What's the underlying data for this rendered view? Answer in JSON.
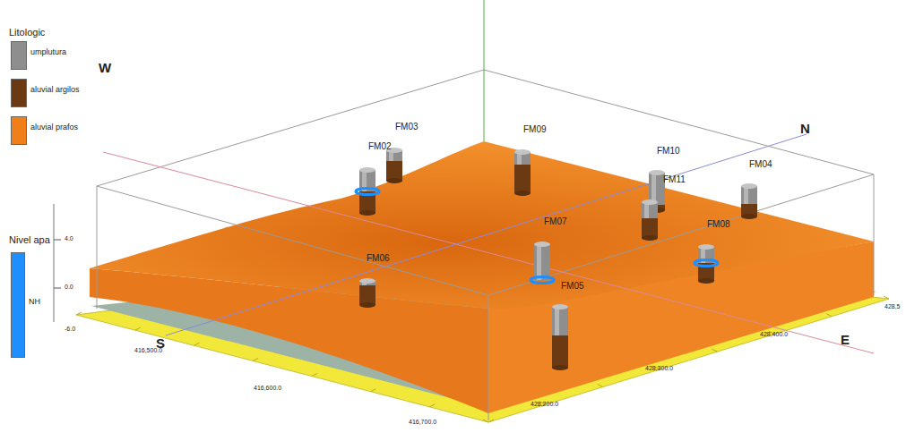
{
  "diagram": {
    "labels": [
      "Litologic",
      "Nivel apa",
      "W",
      "N",
      "S",
      "E",
      "FM03",
      "FM02",
      "FM09",
      "FM10",
      "FM11",
      "FM04",
      "FM07",
      "FM08",
      "FM06",
      "FM05",
      "4.0",
      "0.0",
      "-6.0",
      "416,500.0",
      "416,600.0",
      "416,700.0",
      "428,200.0",
      "428,300.0",
      "428,400.0",
      "428,5"
    ],
    "legend": [
      {
        "text": "umplutura",
        "color": "#8e8e8e"
      },
      {
        "text": "aluvial argilos",
        "color": "#6b3a12"
      },
      {
        "text": "aluvial prafos",
        "color": "#f07f1a"
      },
      {
        "text": "NH",
        "color": "#1e8fff"
      }
    ]
  }
}
